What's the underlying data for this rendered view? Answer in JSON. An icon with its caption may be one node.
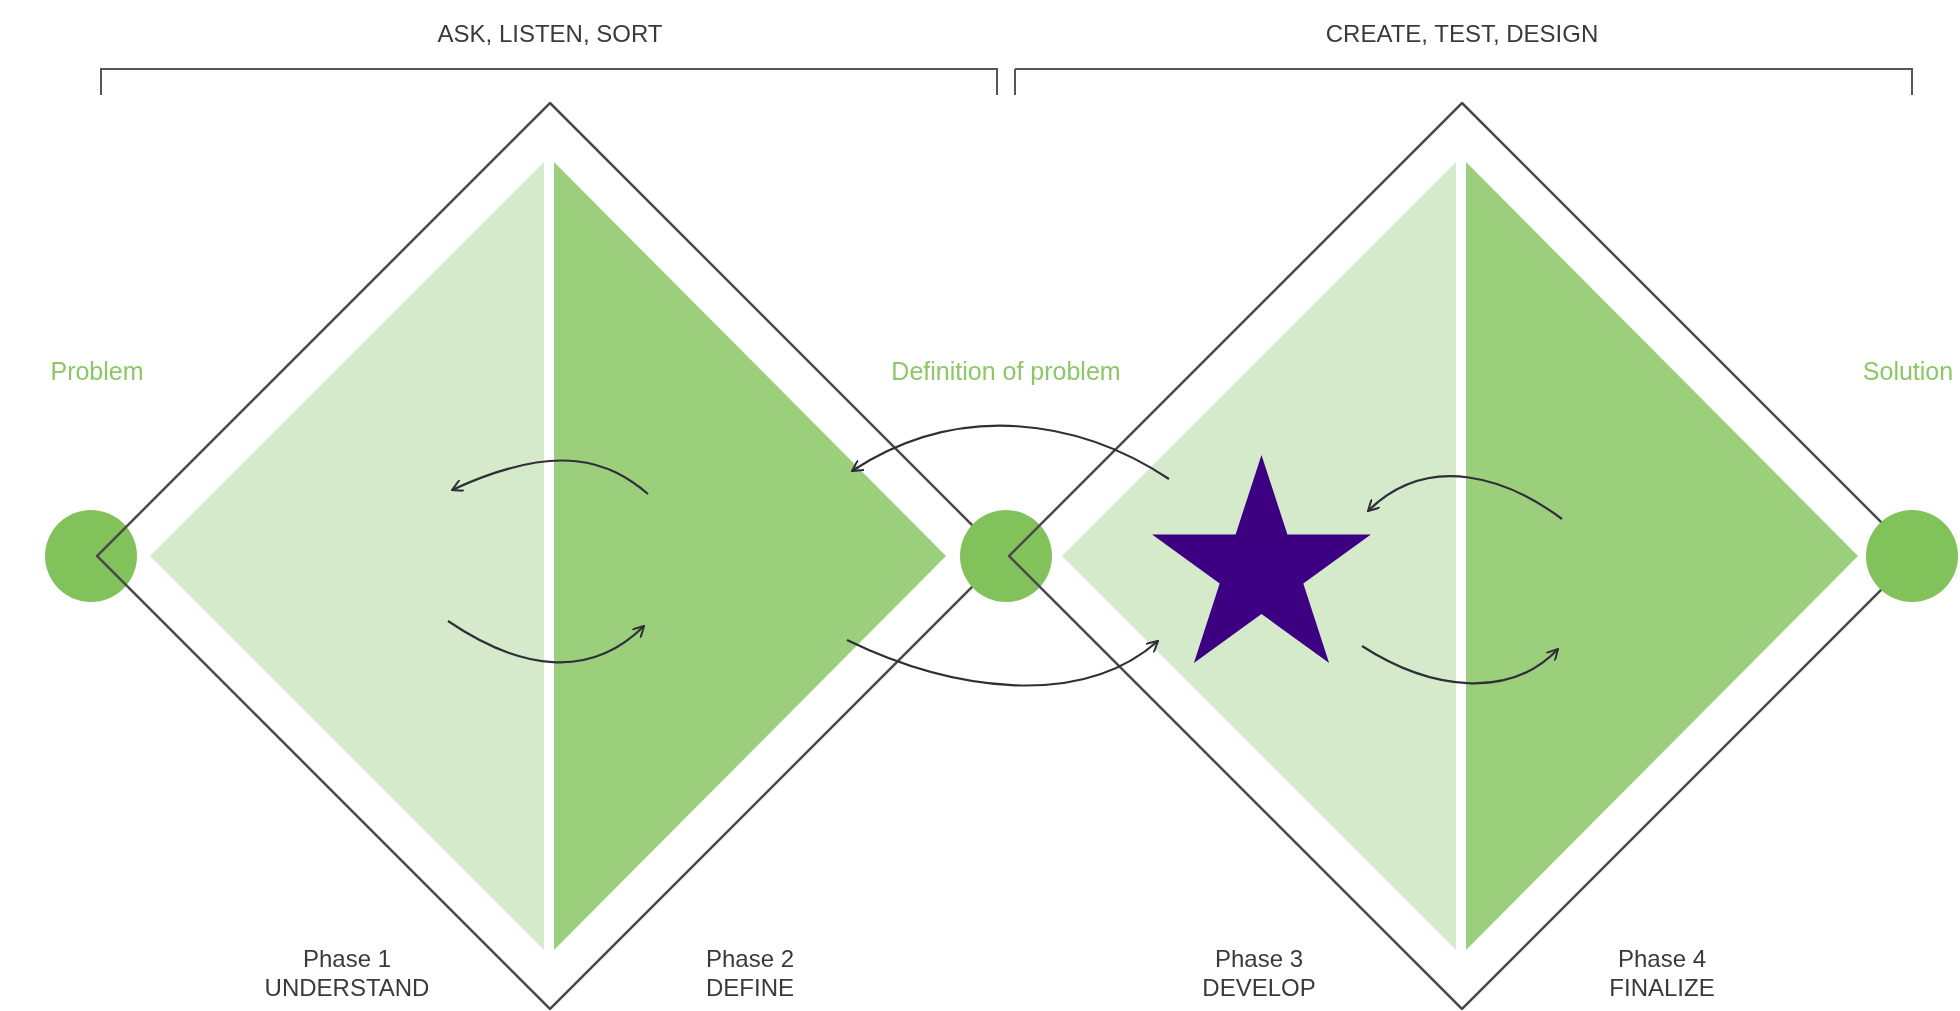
{
  "diagram": {
    "nodes": [
      {
        "text": [],
        "shape": "circle"
      },
      {
        "text": [],
        "shape": "diamond"
      },
      {
        "text": [
          "Phase 1",
          "UNDERSTAND"
        ],
        "in": 1
      },
      {
        "text": [
          "Phase 2",
          "DEFINE"
        ],
        "in": 1
      },
      {
        "text": [],
        "shape": "circle"
      },
      {
        "text": [],
        "shape": "diamond"
      },
      {
        "text": [
          "Phase 3",
          "DEVELOP"
        ],
        "in": 5
      },
      {
        "text": [
          "Phase 4",
          "FINALIZE"
        ],
        "in": 5
      },
      {
        "text": [],
        "shape": "circle"
      }
    ],
    "edges": [
      {
        "from": 3,
        "to": 2,
        "arrow": "to"
      },
      {
        "from": 2,
        "to": 3,
        "arrow": "to"
      },
      {
        "from": 6,
        "to": 3,
        "arrow": "to"
      },
      {
        "from": 3,
        "to": 6,
        "arrow": "to"
      },
      {
        "from": 7,
        "to": 6,
        "arrow": "to"
      },
      {
        "from": 6,
        "to": 7,
        "arrow": "to"
      }
    ],
    "labels": [
      "ASK, LISTEN, SORT",
      "CREATE, TEST, DESIGN",
      "Problem",
      "Definition of problem",
      "Solution"
    ]
  }
}
